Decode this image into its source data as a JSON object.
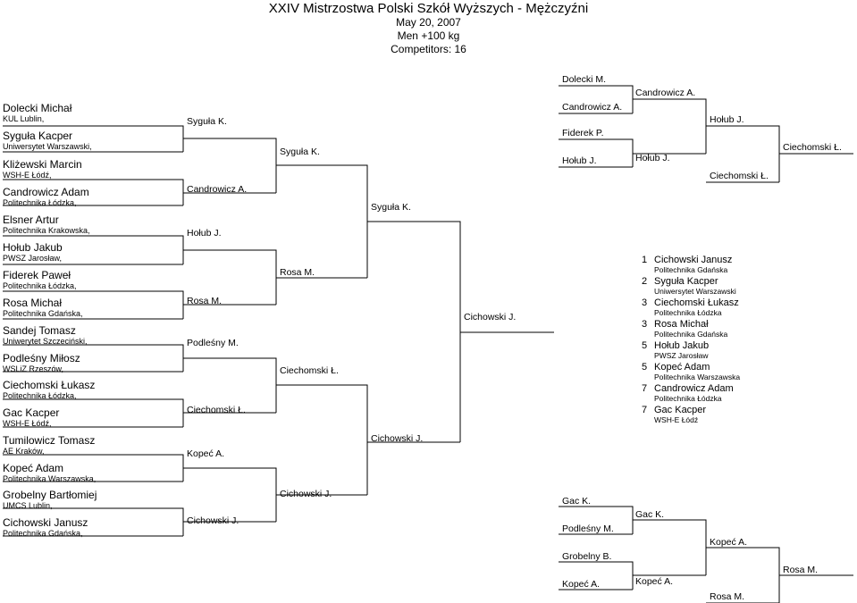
{
  "header": {
    "title": "XXIV Mistrzostwa Polski Szkół Wyższych - Mężczyźni",
    "date": "May 20, 2007",
    "category": "Men +100 kg",
    "competitors": "Competitors: 16"
  },
  "competitors": [
    {
      "name": "Dolecki Michał",
      "club": "KUL Lublin,"
    },
    {
      "name": "Syguła Kacper",
      "club": "Uniwersytet Warszawski,"
    },
    {
      "name": "Kliżewski Marcin",
      "club": "WSH-E Łódź,"
    },
    {
      "name": "Candrowicz Adam",
      "club": "Politechnika Łódzka,"
    },
    {
      "name": "Elsner Artur",
      "club": "Politechnika Krakowska,"
    },
    {
      "name": "Hołub Jakub",
      "club": "PWSZ Jarosław,"
    },
    {
      "name": "Fiderek Paweł",
      "club": "Politechnika Łódzka,"
    },
    {
      "name": "Rosa Michał",
      "club": "Politechnika Gdańska,"
    },
    {
      "name": "Sandej Tomasz",
      "club": "Uniwerytet Szczeciński,"
    },
    {
      "name": "Podleśny Miłosz",
      "club": "WSLiZ Rzeszów,"
    },
    {
      "name": "Ciechomski Łukasz",
      "club": "Politechnika Łódzka,"
    },
    {
      "name": "Gac Kacper",
      "club": "WSH-E Łódź,"
    },
    {
      "name": "Tumilowicz Tomasz",
      "club": "AE Kraków,"
    },
    {
      "name": "Kopeć Adam",
      "club": "Politechnika Warszawska,"
    },
    {
      "name": "Grobelny Bartłomiej",
      "club": "UMCS Lublin,"
    },
    {
      "name": "Cichowski Janusz",
      "club": "Politechnika Gdańska,"
    }
  ],
  "main_bracket": {
    "round1": [
      "Syguła K.",
      "Candrowicz A.",
      "Hołub J.",
      "Rosa M.",
      "Podleśny M.",
      "Ciechomski Ł.",
      "Kopeć A.",
      "Cichowski J."
    ],
    "round2": [
      "Syguła K.",
      "Rosa M.",
      "Ciechomski Ł.",
      "Cichowski J."
    ],
    "round3": [
      "Syguła K.",
      "Cichowski J."
    ],
    "final": "Cichowski J."
  },
  "repechage_top": {
    "entries": [
      "Dolecki M.",
      "Candrowicz A.",
      "Fiderek P.",
      "Hołub J."
    ],
    "round2": [
      "Candrowicz A.",
      "Hołub J."
    ],
    "round3": [
      "Hołub J.",
      "Ciechomski Ł."
    ],
    "final": "Ciechomski Ł."
  },
  "repechage_bottom": {
    "entries": [
      "Gac K.",
      "Podleśny M.",
      "Grobelny B.",
      "Kopeć A."
    ],
    "round2": [
      "Gac K.",
      "Kopeć A."
    ],
    "round3": [
      "Kopeć A.",
      "Rosa M."
    ],
    "final": "Rosa M."
  },
  "results": [
    {
      "place": "1",
      "name": "Cichowski Janusz",
      "club": "Politechnika Gdańska"
    },
    {
      "place": "2",
      "name": "Syguła Kacper",
      "club": "Uniwersytet Warszawski"
    },
    {
      "place": "3",
      "name": "Ciechomski Łukasz",
      "club": "Politechnika Łódzka"
    },
    {
      "place": "3",
      "name": "Rosa Michał",
      "club": "Politechnika Gdańska"
    },
    {
      "place": "5",
      "name": "Hołub Jakub",
      "club": "PWSZ Jarosław"
    },
    {
      "place": "5",
      "name": "Kopeć Adam",
      "club": "Politechnika Warszawska"
    },
    {
      "place": "7",
      "name": "Candrowicz Adam",
      "club": "Politechnika Łódzka"
    },
    {
      "place": "7",
      "name": "Gac Kacper",
      "club": "WSH-E Łódź"
    }
  ]
}
